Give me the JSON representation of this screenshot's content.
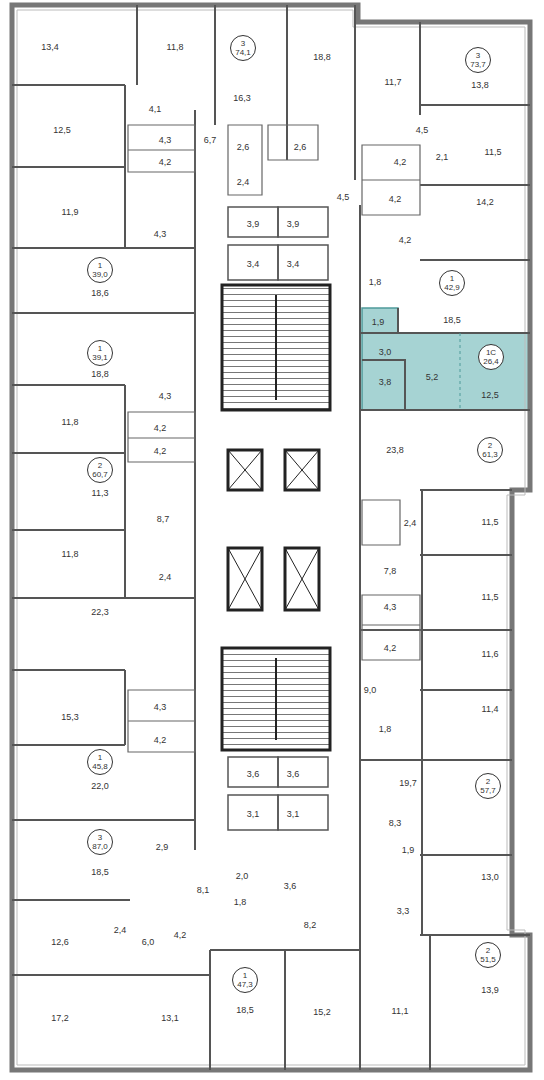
{
  "diagram": {
    "nodes": [
      {
        "text": [
          "13,4"
        ]
      },
      {
        "text": [
          "11,8"
        ]
      },
      {
        "text": [
          "16,3"
        ]
      },
      {
        "text": [
          "3",
          "74,1"
        ],
        "in": 2
      },
      {
        "text": [
          "18,8"
        ]
      },
      {
        "text": [
          "4,1"
        ]
      },
      {
        "text": [
          "12,5"
        ]
      },
      {
        "text": [
          "4,3"
        ]
      },
      {
        "text": [
          "4,2"
        ]
      },
      {
        "text": [
          "6,7"
        ]
      },
      {
        "text": [
          "2,6"
        ]
      },
      {
        "text": [
          "2,6"
        ]
      },
      {
        "text": [
          "2,4"
        ]
      },
      {
        "text": [
          "11,7"
        ]
      },
      {
        "text": [
          "13,8"
        ]
      },
      {
        "text": [
          "3",
          "73,7"
        ],
        "in": 14
      },
      {
        "text": [
          "4,5"
        ]
      },
      {
        "text": [
          "11,5"
        ]
      },
      {
        "text": [
          "2,1"
        ]
      },
      {
        "text": [
          "4,2"
        ]
      },
      {
        "text": [
          "4,5"
        ]
      },
      {
        "text": [
          "4,2"
        ]
      },
      {
        "text": [
          "14,2"
        ]
      },
      {
        "text": [
          "11,9"
        ]
      },
      {
        "text": [
          "4,3"
        ]
      },
      {
        "text": [
          "3,9"
        ]
      },
      {
        "text": [
          "3,9"
        ]
      },
      {
        "text": [
          "4,2"
        ]
      },
      {
        "text": [
          "3,4"
        ]
      },
      {
        "text": [
          "3,4"
        ]
      },
      {
        "text": [
          "18,6"
        ]
      },
      {
        "text": [
          "1",
          "39,0"
        ],
        "in": 30
      },
      {
        "text": [
          "1,8"
        ]
      },
      {
        "text": [
          "18,5"
        ]
      },
      {
        "text": [
          "1",
          "42,9"
        ],
        "in": 33
      },
      {
        "text": [
          "1,9"
        ]
      },
      {
        "text": [
          "18,8"
        ]
      },
      {
        "text": [
          "1",
          "39,1"
        ],
        "in": 36
      },
      {
        "text": [
          "3,0"
        ]
      },
      {
        "text": [
          "12,5"
        ]
      },
      {
        "text": [
          "1С",
          "26,4"
        ],
        "in": 39
      },
      {
        "text": [
          "5,2"
        ]
      },
      {
        "text": [
          "3,8"
        ]
      },
      {
        "text": [
          "4,3"
        ]
      },
      {
        "text": [
          "11,8"
        ]
      },
      {
        "text": [
          "4,2"
        ]
      },
      {
        "text": [
          "4,2"
        ]
      },
      {
        "text": [
          "23,8"
        ]
      },
      {
        "text": [
          "2",
          "61,3"
        ],
        "in": 47
      },
      {
        "text": [
          "11,3"
        ]
      },
      {
        "text": [
          "2",
          "60,7"
        ],
        "in": 49
      },
      {
        "text": [
          "8,7"
        ]
      },
      {
        "text": [
          "2,4"
        ]
      },
      {
        "text": [
          "11,5"
        ]
      },
      {
        "text": [
          "11,8"
        ]
      },
      {
        "text": [
          "7,8"
        ]
      },
      {
        "text": [
          "2,4"
        ]
      },
      {
        "text": [
          "11,5"
        ]
      },
      {
        "text": [
          "4,3"
        ]
      },
      {
        "text": [
          "22,3"
        ]
      },
      {
        "text": [
          "4,2"
        ]
      },
      {
        "text": [
          "11,6"
        ]
      },
      {
        "text": [
          "9,0"
        ]
      },
      {
        "text": [
          "4,3"
        ]
      },
      {
        "text": [
          "11,4"
        ]
      },
      {
        "text": [
          "15,3"
        ]
      },
      {
        "text": [
          "1,8"
        ]
      },
      {
        "text": [
          "4,2"
        ]
      },
      {
        "text": [
          "22,0"
        ]
      },
      {
        "text": [
          "1",
          "45,8"
        ],
        "in": 68
      },
      {
        "text": [
          "3,6"
        ]
      },
      {
        "text": [
          "3,6"
        ]
      },
      {
        "text": [
          "19,7"
        ]
      },
      {
        "text": [
          "2",
          "57,7"
        ],
        "in": 72
      },
      {
        "text": [
          "3,1"
        ]
      },
      {
        "text": [
          "3,1"
        ]
      },
      {
        "text": [
          "8,3"
        ]
      },
      {
        "text": [
          "18,5"
        ]
      },
      {
        "text": [
          "3",
          "87,0"
        ],
        "in": 77
      },
      {
        "text": [
          "2,9"
        ]
      },
      {
        "text": [
          "1,9"
        ]
      },
      {
        "text": [
          "2,0"
        ]
      },
      {
        "text": [
          "13,0"
        ]
      },
      {
        "text": [
          "3,6"
        ]
      },
      {
        "text": [
          "8,1"
        ]
      },
      {
        "text": [
          "1,8"
        ]
      },
      {
        "text": [
          "3,3"
        ]
      },
      {
        "text": [
          "8,2"
        ]
      },
      {
        "text": [
          "2,4"
        ]
      },
      {
        "text": [
          "4,2"
        ]
      },
      {
        "text": [
          "12,6"
        ]
      },
      {
        "text": [
          "6,0"
        ]
      },
      {
        "text": [
          "13,9"
        ]
      },
      {
        "text": [
          "2",
          "51,5"
        ],
        "in": 92
      },
      {
        "text": [
          "18,5"
        ]
      },
      {
        "text": [
          "1",
          "47,3"
        ],
        "in": 94
      },
      {
        "text": [
          "11,1"
        ]
      },
      {
        "text": [
          "15,2"
        ]
      },
      {
        "text": [
          "17,2"
        ]
      },
      {
        "text": [
          "13,1"
        ]
      }
    ]
  }
}
